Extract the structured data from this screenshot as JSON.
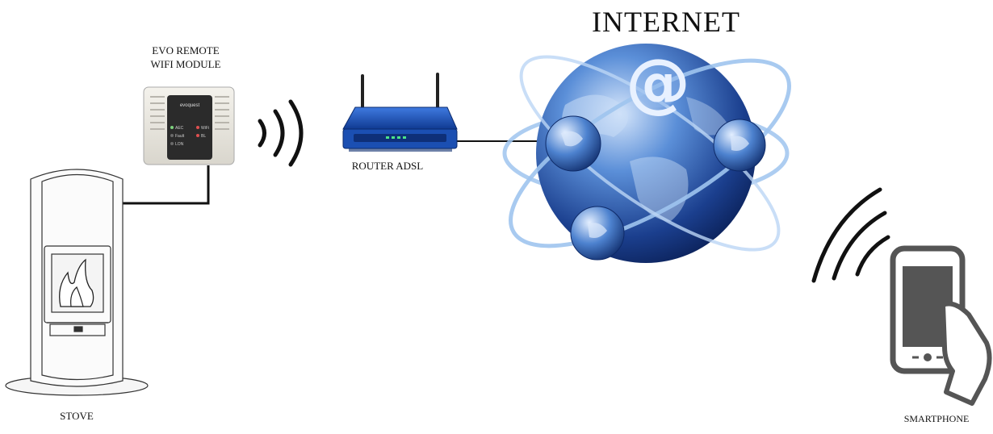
{
  "title": "INTERNET",
  "nodes": {
    "module": {
      "line1": "EVO REMOTE",
      "line2": "WIFI MODULE"
    },
    "router": {
      "label": "ROUTER ADSL"
    },
    "stove": {
      "label": "STOVE"
    },
    "smartphone": {
      "label": "SMARTPHONE"
    }
  },
  "module_panel": {
    "brand": "evoquest",
    "left_indicators": [
      "AEC",
      "Fault",
      "LON"
    ],
    "right_indicators": [
      "WiFi",
      "BL"
    ]
  },
  "internet_symbol": "@",
  "colors": {
    "globe_dark": "#0d2a6b",
    "globe_mid": "#2d63b8",
    "globe_light": "#a9c8f0",
    "orbit": "#9fc4ee",
    "router_blue": "#1c4fb4",
    "phone_gray": "#555555"
  }
}
